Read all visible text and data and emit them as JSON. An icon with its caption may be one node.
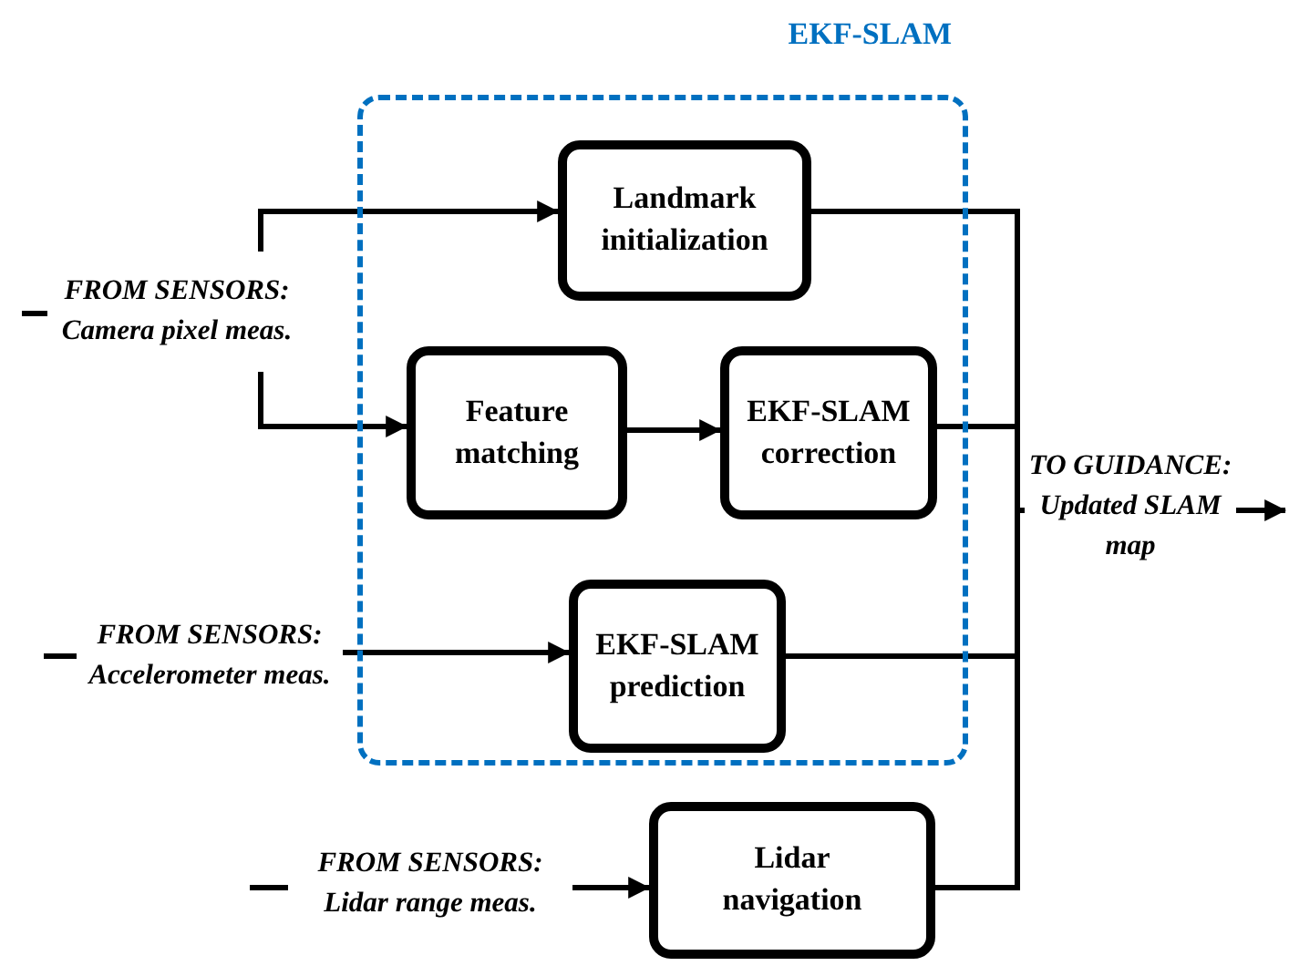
{
  "diagram": {
    "nodes": [
      {
        "text": [
          "EKF-SLAM"
        ]
      },
      {
        "text": [
          "Landmark initialization"
        ],
        "in": 0
      },
      {
        "text": [
          "Feature matching"
        ],
        "in": 0
      },
      {
        "text": [
          "EKF-SLAM correction"
        ],
        "in": 0
      },
      {
        "text": [
          "EKF-SLAM prediction"
        ],
        "in": 0
      },
      {
        "text": [
          "Lidar navigation"
        ]
      },
      {
        "text": [
          "FROM SENSORS:",
          "Camera pixel meas."
        ]
      },
      {
        "text": [
          "FROM SENSORS:",
          "Accelerometer meas."
        ]
      },
      {
        "text": [
          "FROM SENSORS:",
          "Lidar range meas."
        ]
      },
      {
        "text": [
          "TO GUIDANCE:",
          "Updated SLAM map"
        ]
      }
    ],
    "edges": [
      {
        "from": null,
        "to": 6,
        "arrow": "none"
      },
      {
        "from": 6,
        "to": 1,
        "arrow": "to"
      },
      {
        "from": 6,
        "to": 2,
        "arrow": "to"
      },
      {
        "from": 2,
        "to": 3,
        "arrow": "to"
      },
      {
        "from": null,
        "to": 7,
        "arrow": "none"
      },
      {
        "from": 7,
        "to": 4,
        "arrow": "to"
      },
      {
        "from": null,
        "to": 8,
        "arrow": "none"
      },
      {
        "from": 8,
        "to": 5,
        "arrow": "to"
      },
      {
        "from": 1,
        "to": 9,
        "arrow": "none"
      },
      {
        "from": 3,
        "to": 9,
        "arrow": "none"
      },
      {
        "from": 4,
        "to": 9,
        "arrow": "none"
      },
      {
        "from": 5,
        "to": 9,
        "arrow": "none"
      },
      {
        "from": 9,
        "to": null,
        "arrow": "to"
      }
    ]
  }
}
